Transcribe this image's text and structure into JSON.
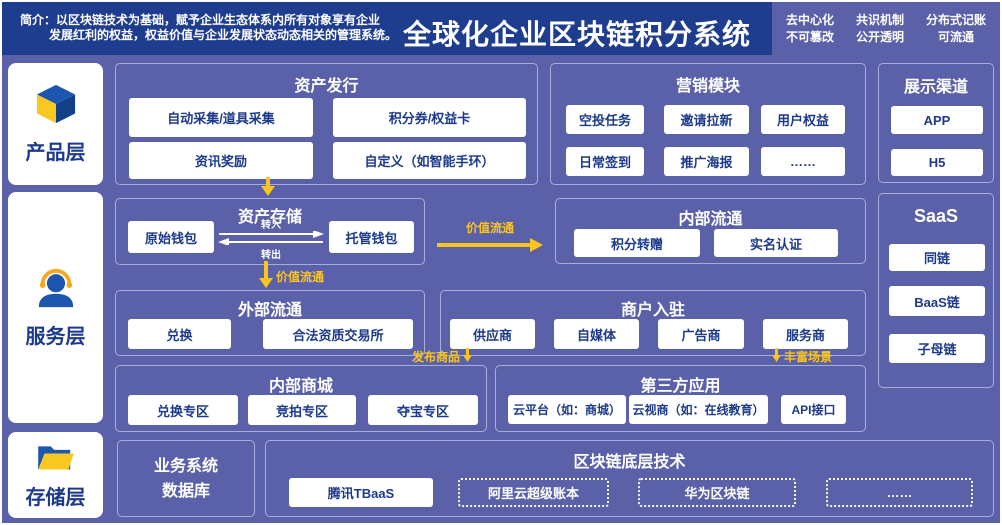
{
  "colors": {
    "header_bg": "#1f3d8f",
    "body_bg": "#5a61a8",
    "accent_yellow": "#fcc41e",
    "navy_text": "#1c3a8c",
    "panel_border": "#a9aed6"
  },
  "header": {
    "intro_line1": "简介：以区块链技术为基础，赋予企业生态体系内所有对象享有企业",
    "intro_line2": "发展红利的权益，权益价值与企业发展状态动态相关的管理系统。",
    "title": "全球化企业区块链积分系统",
    "features": [
      {
        "top": "去中心化",
        "bottom": "不可篡改"
      },
      {
        "top": "共识机制",
        "bottom": "公开透明"
      },
      {
        "top": "分布式记账",
        "bottom": "可流通"
      }
    ]
  },
  "layers": [
    {
      "label": "产品层"
    },
    {
      "label": "服务层"
    },
    {
      "label": "存储层"
    }
  ],
  "panels": {
    "asset_issuance": {
      "title": "资产发行",
      "items": [
        "自动采集/道具采集",
        "积分券/权益卡",
        "资讯奖励",
        "自定义（如智能手环）"
      ]
    },
    "marketing": {
      "title": "营销模块",
      "items": [
        "空投任务",
        "邀请拉新",
        "用户权益",
        "日常签到",
        "推广海报",
        "……"
      ]
    },
    "display_channels": {
      "title": "展示渠道",
      "items": [
        "APP",
        "H5"
      ]
    },
    "asset_storage": {
      "title": "资产存储",
      "wallets": [
        "原始钱包",
        "托管钱包"
      ],
      "transfer_in": "转入",
      "transfer_out": "转出"
    },
    "internal_circulation": {
      "title": "内部流通",
      "items": [
        "积分转赠",
        "实名认证"
      ]
    },
    "saas": {
      "title": "SaaS",
      "items": [
        "同链",
        "BaaS链",
        "子母链"
      ]
    },
    "external_circulation": {
      "title": "外部流通",
      "items": [
        "兑换",
        "合法资质交易所"
      ]
    },
    "merchant_onboarding": {
      "title": "商户入驻",
      "items": [
        "供应商",
        "自媒体",
        "广告商",
        "服务商"
      ]
    },
    "internal_mall": {
      "title": "内部商城",
      "items": [
        "兑换专区",
        "竞拍专区",
        "夺宝专区"
      ]
    },
    "third_party_apps": {
      "title": "第三方应用",
      "items": [
        "云平台（如：商城）",
        "云视商（如：在线教育）",
        "API接口"
      ]
    },
    "business_database": {
      "line1": "业务系统",
      "line2": "数据库"
    },
    "blockchain_base": {
      "title": "区块链底层技术",
      "primary": "腾讯TBaaS",
      "options": [
        "阿里云超级账本",
        "华为区块链",
        "……"
      ]
    }
  },
  "flow_labels": {
    "value_flow_horizontal": "价值流通",
    "value_flow_vertical": "价值流通",
    "publish_goods": "发布商品",
    "rich_scenarios": "丰富场景"
  }
}
